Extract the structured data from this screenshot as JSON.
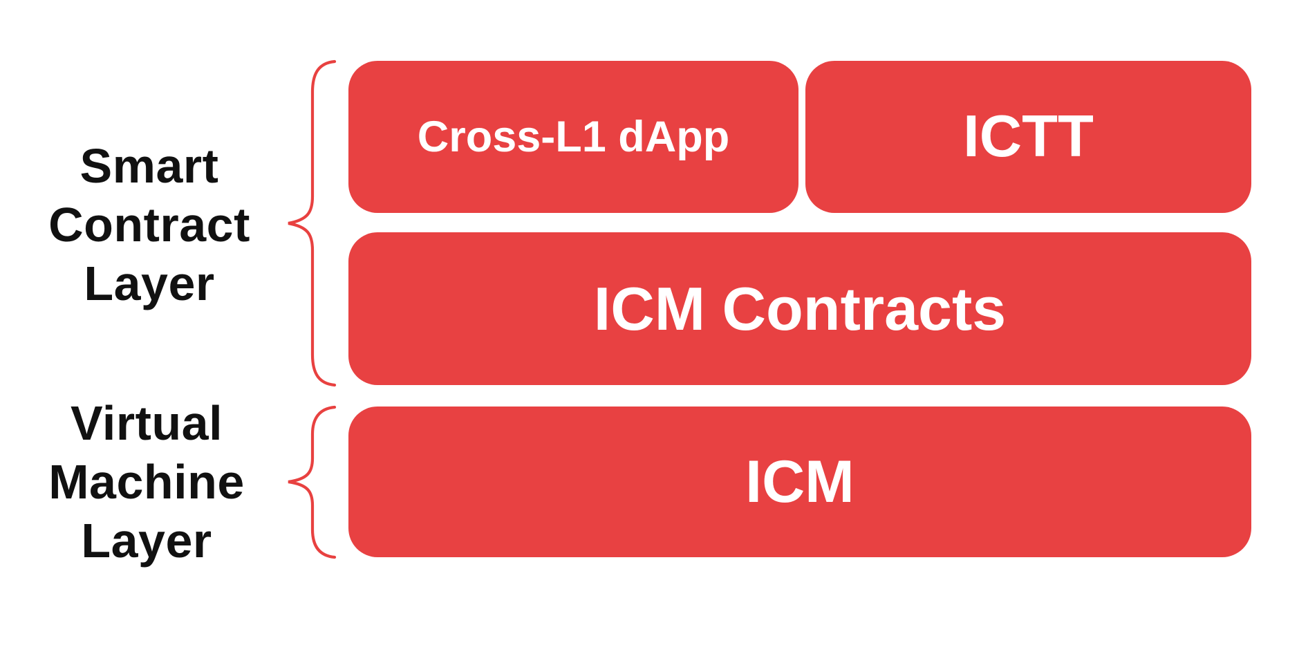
{
  "colors": {
    "box_red": "#E84142",
    "brace_red": "#E84140",
    "layer_label_text": "#111111",
    "box_label_text": "#FFFFFF",
    "background": "#FFFFFF"
  },
  "layers": [
    {
      "id": "smart-contract-layer",
      "label_lines": [
        "Smart",
        "Contract",
        "Layer"
      ],
      "boxes": [
        {
          "id": "cross-l1-dapp",
          "label": "Cross-L1 dApp"
        },
        {
          "id": "ictt",
          "label": "ICTT"
        },
        {
          "id": "icm-contracts",
          "label": "ICM Contracts"
        }
      ]
    },
    {
      "id": "virtual-machine-layer",
      "label_lines": [
        "Virtual",
        "Machine",
        "Layer"
      ],
      "boxes": [
        {
          "id": "icm",
          "label": "ICM"
        }
      ]
    }
  ]
}
